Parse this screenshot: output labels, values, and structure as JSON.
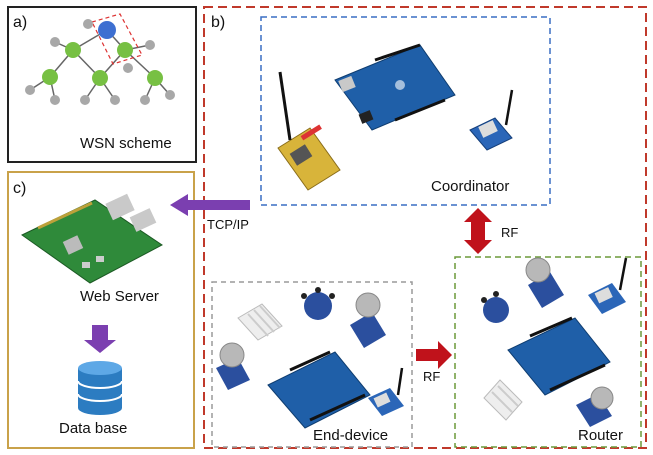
{
  "panels": {
    "a": {
      "tag": "a)",
      "caption": "WSN scheme"
    },
    "b": {
      "tag": "b)",
      "coordinator": "Coordinator",
      "end_device": "End-device",
      "router": "Router"
    },
    "c": {
      "tag": "c)",
      "web_server": "Web Server",
      "database": "Data base"
    }
  },
  "links": {
    "tcpip": "TCP/IP",
    "rf_vertical": "RF",
    "rf_horizontal": "RF"
  },
  "colors": {
    "panel_a_border": "#222222",
    "panel_b_border": "#c0392b",
    "coordinator_border": "#3a6fc4",
    "end_device_border": "#9a9a9a",
    "router_border": "#6b9a3a",
    "panel_c_border": "#c9a24a",
    "tcpip_arrow": "#7b3fb0",
    "rf_arrow": "#c0121b",
    "db_arrow": "#7b3fb0",
    "node_coordinator": "#3d6fd1",
    "node_router": "#77c043",
    "node_end": "#a8a8a8",
    "arduino_board": "#1f5fa8",
    "xbee_board": "#2b66b8",
    "sensor_board": "#2b4f9e",
    "rpi_board": "#2f8a3a",
    "database": "#2c7cc1"
  }
}
